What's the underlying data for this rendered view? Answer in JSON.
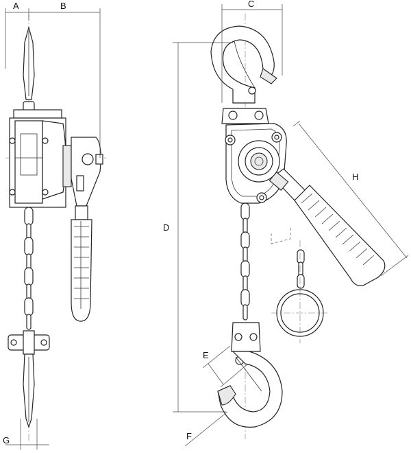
{
  "title": "",
  "dimensions": {
    "a": "A",
    "b": "B",
    "c": "C",
    "d": "D",
    "e": "E",
    "f": "F",
    "g": "G",
    "h": "H"
  }
}
